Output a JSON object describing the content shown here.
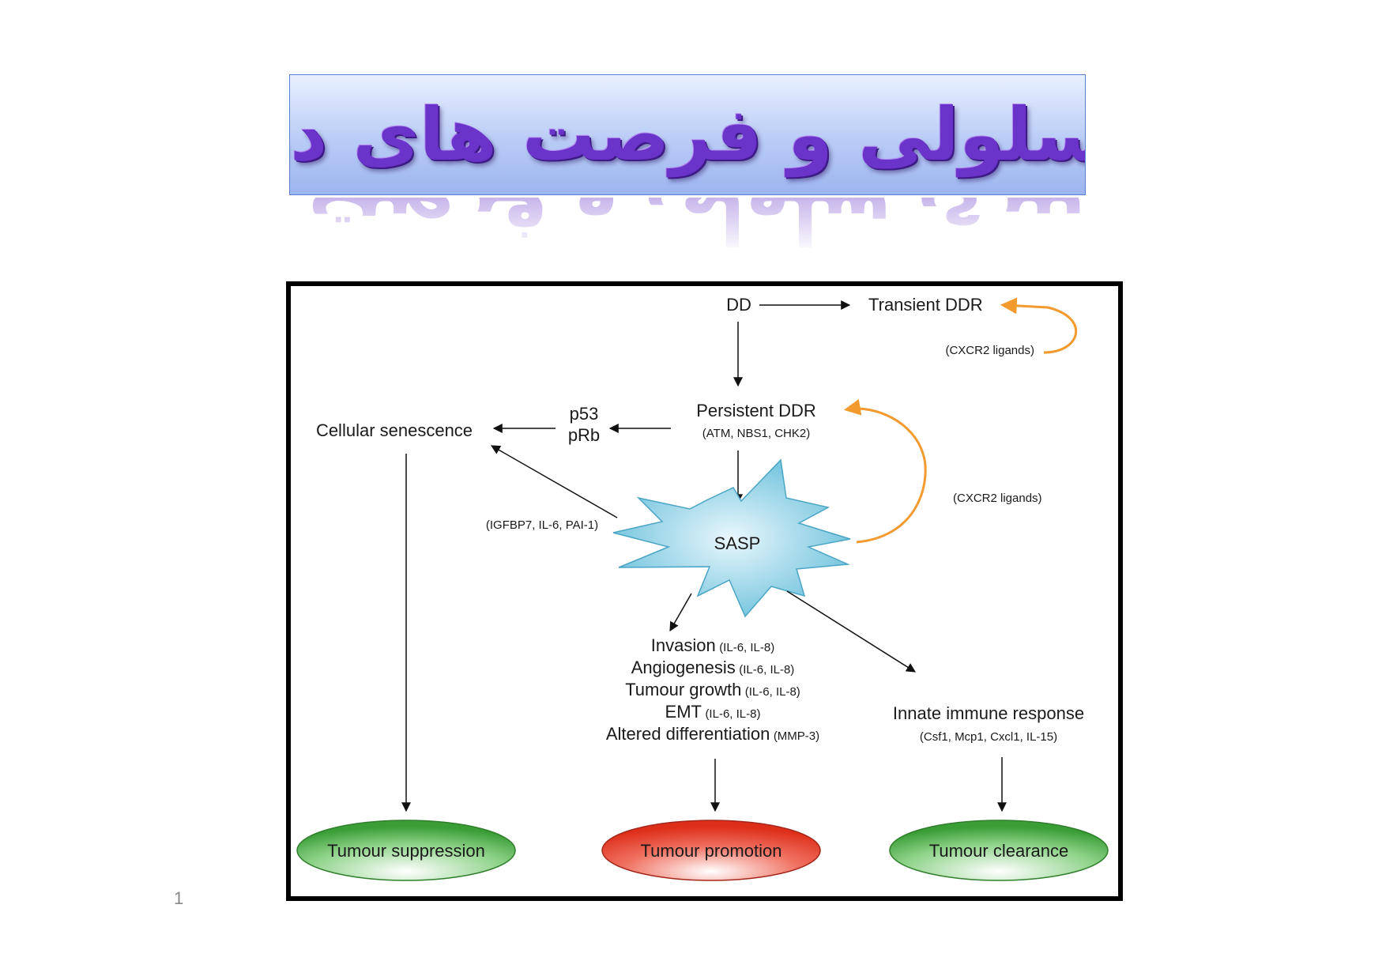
{
  "title": "پیری سلولی و فرصت های درمانی",
  "diagram": {
    "dd": "DD",
    "transient_ddr": "Transient DDR",
    "cxcr2_top": "(CXCR2 ligands)",
    "persistent_ddr": "Persistent DDR",
    "persistent_ddr_sub": "(ATM, NBS1, CHK2)",
    "p53": "p53",
    "prb": "pRb",
    "cellular_senescence": "Cellular senescence",
    "igfbp": "(IGFBP7, IL-6, PAI-1)",
    "cxcr2_right": "(CXCR2 ligands)",
    "sasp": "SASP",
    "effects": [
      {
        "main": "Invasion",
        "sub": "(IL-6, IL-8)"
      },
      {
        "main": "Angiogenesis",
        "sub": "(IL-6, IL-8)"
      },
      {
        "main": "Tumour growth",
        "sub": "(IL-6, IL-8)"
      },
      {
        "main": "EMT",
        "sub": "(IL-6, IL-8)"
      },
      {
        "main": "Altered differentiation",
        "sub": "(MMP-3)"
      }
    ],
    "innate": "Innate immune response",
    "innate_sub": "(Csf1, Mcp1, Cxcl1, IL-15)",
    "outcomes": {
      "suppression": "Tumour suppression",
      "promotion": "Tumour promotion",
      "clearance": "Tumour clearance"
    },
    "colors": {
      "orange": "#f29a2e",
      "green": "#4fae4a",
      "red": "#e8402c",
      "sasp_fill": "#8fd0e4"
    }
  },
  "page_number": "1"
}
